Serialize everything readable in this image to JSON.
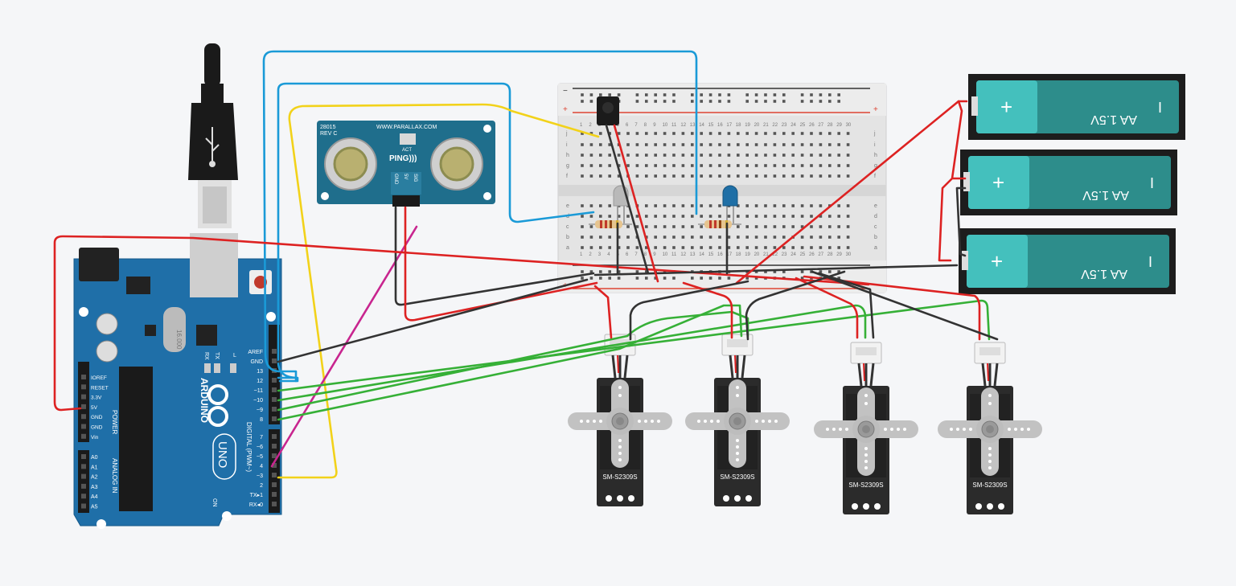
{
  "colors": {
    "background": "#f5f6f8",
    "arduino_board": "#1f6fa8",
    "breadboard": "#e9e9e9",
    "wire_red": "#dd2222",
    "wire_black": "#333333",
    "wire_green": "#36b037",
    "wire_blue": "#1a9ad7",
    "wire_yellow": "#f2d21a",
    "wire_magenta": "#c8258f",
    "battery_teal": "#2d8d8b",
    "battery_light": "#44c0bd",
    "servo_body": "#2b2b2b",
    "servo_horn": "#c2c2c2"
  },
  "icons": {
    "usb_plug": "usb-icon",
    "arduino_logo": "infinity-logo-icon",
    "reset": "reset-button-icon"
  },
  "arduino": {
    "brand": "ARDUINO",
    "model": "UNO",
    "on_label": "ON",
    "led_l": "L",
    "led_tx": "TX",
    "led_rx": "RX",
    "crystal": "16.000",
    "power_header": "POWER",
    "analog_header": "ANALOG IN",
    "digital_header": "DIGITAL (PWM~)",
    "power_pins": [
      "IOREF",
      "RESET",
      "3.3V",
      "5V",
      "GND",
      "GND",
      "Vin"
    ],
    "analog_pins": [
      "A0",
      "A1",
      "A2",
      "A3",
      "A4",
      "A5"
    ],
    "top_pins": [
      "AREF",
      "GND",
      "13",
      "12",
      "~11",
      "~10",
      "~9",
      "8"
    ],
    "bottom_pins": [
      "7",
      "~6",
      "~5",
      "4",
      "~3",
      "2",
      "TX▸1",
      "RX◂0"
    ]
  },
  "ping_sensor": {
    "part": "28015",
    "revision": "REV C",
    "url": "WWW.PARALLAX.COM",
    "brand": "PING)))",
    "act": "ACT",
    "pins": [
      "GND",
      "5V",
      "SIG"
    ]
  },
  "breadboard": {
    "plus": "+",
    "minus": "−",
    "rows_top": [
      "j",
      "i",
      "h",
      "g",
      "f"
    ],
    "rows_bottom": [
      "e",
      "d",
      "c",
      "b",
      "a"
    ],
    "columns": [
      "1",
      "2",
      "3",
      "4",
      "5",
      "6",
      "7",
      "8",
      "9",
      "10",
      "11",
      "12",
      "13",
      "14",
      "15",
      "16",
      "17",
      "18",
      "19",
      "20",
      "21",
      "22",
      "23",
      "24",
      "25",
      "26",
      "27",
      "28",
      "29",
      "30"
    ]
  },
  "batteries": [
    {
      "label": "AA 1.5V",
      "plus": "+",
      "minus": "I"
    },
    {
      "label": "AA 1.5V",
      "plus": "+",
      "minus": "I"
    },
    {
      "label": "AA 1.5V",
      "plus": "+",
      "minus": "I"
    }
  ],
  "servos": [
    {
      "model": "SM-S2309S"
    },
    {
      "model": "SM-S2309S"
    },
    {
      "model": "SM-S2309S"
    },
    {
      "model": "SM-S2309S"
    }
  ]
}
